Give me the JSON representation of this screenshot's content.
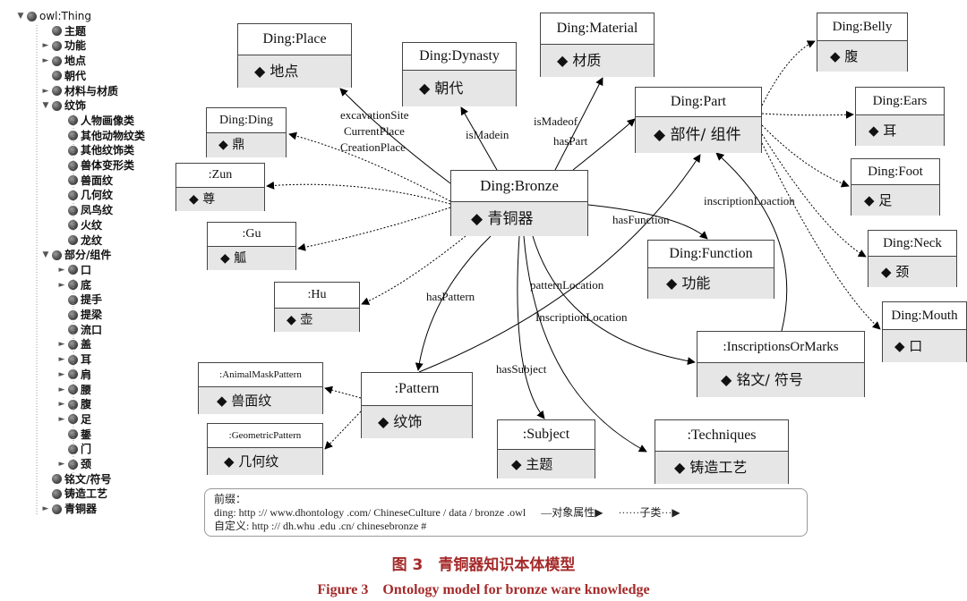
{
  "tree": {
    "items": [
      {
        "label": "owl:Thing",
        "depth": 0,
        "expander": "▼"
      },
      {
        "label": "主题",
        "depth": 1,
        "expander": ""
      },
      {
        "label": "功能",
        "depth": 1,
        "expander": "►"
      },
      {
        "label": "地点",
        "depth": 1,
        "expander": "►"
      },
      {
        "label": "朝代",
        "depth": 1,
        "expander": ""
      },
      {
        "label": "材料与材质",
        "depth": 1,
        "expander": "►"
      },
      {
        "label": "纹饰",
        "depth": 1,
        "expander": "▼"
      },
      {
        "label": "人物画像类",
        "depth": 2,
        "expander": ""
      },
      {
        "label": "其他动物纹类",
        "depth": 2,
        "expander": ""
      },
      {
        "label": "其他纹饰类",
        "depth": 2,
        "expander": ""
      },
      {
        "label": "兽体变形类",
        "depth": 2,
        "expander": ""
      },
      {
        "label": "兽面纹",
        "depth": 2,
        "expander": ""
      },
      {
        "label": "几何纹",
        "depth": 2,
        "expander": ""
      },
      {
        "label": "凤鸟纹",
        "depth": 2,
        "expander": ""
      },
      {
        "label": "火纹",
        "depth": 2,
        "expander": ""
      },
      {
        "label": "龙纹",
        "depth": 2,
        "expander": ""
      },
      {
        "label": "部分/组件",
        "depth": 1,
        "expander": "▼"
      },
      {
        "label": "口",
        "depth": 2,
        "expander": "►"
      },
      {
        "label": "底",
        "depth": 2,
        "expander": "►"
      },
      {
        "label": "提手",
        "depth": 2,
        "expander": ""
      },
      {
        "label": "提梁",
        "depth": 2,
        "expander": ""
      },
      {
        "label": "流口",
        "depth": 2,
        "expander": ""
      },
      {
        "label": "盖",
        "depth": 2,
        "expander": "►"
      },
      {
        "label": "耳",
        "depth": 2,
        "expander": "►"
      },
      {
        "label": "肩",
        "depth": 2,
        "expander": "►"
      },
      {
        "label": "腰",
        "depth": 2,
        "expander": "►"
      },
      {
        "label": "腹",
        "depth": 2,
        "expander": "►"
      },
      {
        "label": "足",
        "depth": 2,
        "expander": "►"
      },
      {
        "label": "鋬",
        "depth": 2,
        "expander": ""
      },
      {
        "label": "门",
        "depth": 2,
        "expander": ""
      },
      {
        "label": "颈",
        "depth": 2,
        "expander": "►"
      },
      {
        "label": "铭文/符号",
        "depth": 1,
        "expander": ""
      },
      {
        "label": "铸造工艺",
        "depth": 1,
        "expander": ""
      },
      {
        "label": "青铜器",
        "depth": 1,
        "expander": "►"
      }
    ]
  },
  "nodes": [
    {
      "id": "place",
      "title": "Ding:Place",
      "value": "◆ 地点"
    },
    {
      "id": "dynasty",
      "title": "Ding:Dynasty",
      "value": "◆ 朝代"
    },
    {
      "id": "material",
      "title": "Ding:Material",
      "value": "◆ 材质"
    },
    {
      "id": "belly",
      "title": "Ding:Belly",
      "value": "◆ 腹"
    },
    {
      "id": "part",
      "title": "Ding:Part",
      "value": "◆ 部件/ 组件"
    },
    {
      "id": "ears",
      "title": "Ding:Ears",
      "value": "◆ 耳"
    },
    {
      "id": "ding",
      "title": "Ding:Ding",
      "value": "◆ 鼎"
    },
    {
      "id": "zun",
      "title": ":Zun",
      "value": "◆ 尊"
    },
    {
      "id": "bronze",
      "title": "Ding:Bronze",
      "value": "◆ 青铜器"
    },
    {
      "id": "foot",
      "title": "Ding:Foot",
      "value": "◆ 足"
    },
    {
      "id": "gu",
      "title": ":Gu",
      "value": "◆ 觚"
    },
    {
      "id": "function",
      "title": "Ding:Function",
      "value": "◆ 功能"
    },
    {
      "id": "neck",
      "title": "Ding:Neck",
      "value": "◆ 颈"
    },
    {
      "id": "hu",
      "title": ":Hu",
      "value": "◆ 壶"
    },
    {
      "id": "mouth",
      "title": "Ding:Mouth",
      "value": "◆ 口"
    },
    {
      "id": "inscriptions",
      "title": ":InscriptionsOrMarks",
      "value": "◆ 铭文/ 符号"
    },
    {
      "id": "animalmask",
      "title": ":AnimalMaskPattern",
      "value": "◆ 兽面纹"
    },
    {
      "id": "pattern",
      "title": ":Pattern",
      "value": "◆ 纹饰"
    },
    {
      "id": "geometric",
      "title": ":GeometricPattern",
      "value": "◆ 几何纹"
    },
    {
      "id": "subject",
      "title": ":Subject",
      "value": "◆ 主题"
    },
    {
      "id": "techniques",
      "title": ":Techniques",
      "value": "◆ 铸造工艺"
    }
  ],
  "edge_labels": {
    "excavation_site": "excavationSite",
    "current_place": "CurrentPlace",
    "creation_place": "CreationPlace",
    "is_made_in": "isMadein",
    "is_made_of": "isMadeof",
    "has_part": "hasPart",
    "has_function": "hasFunction",
    "inscription_loaction": "inscriptionLoaction",
    "pattern_location": "patternLocation",
    "has_pattern": "hasPattern",
    "inscription_location": "InscriptionLocation",
    "has_subject": "hasSubject"
  },
  "legend": {
    "prefix_heading": "前缀：",
    "ding_line": "ding: http :// www.dhontology .com/ ChineseCulture / data / bronze .owl",
    "object_property": "—对象属性",
    "subclass": "······子类···",
    "custom_line": "自定义: http :// dh.whu .edu .cn/ chinesebronze #"
  },
  "caption": {
    "cn": "图 3　青铜器知识本体模型",
    "en": "Figure 3　Ontology model for bronze ware knowledge"
  }
}
